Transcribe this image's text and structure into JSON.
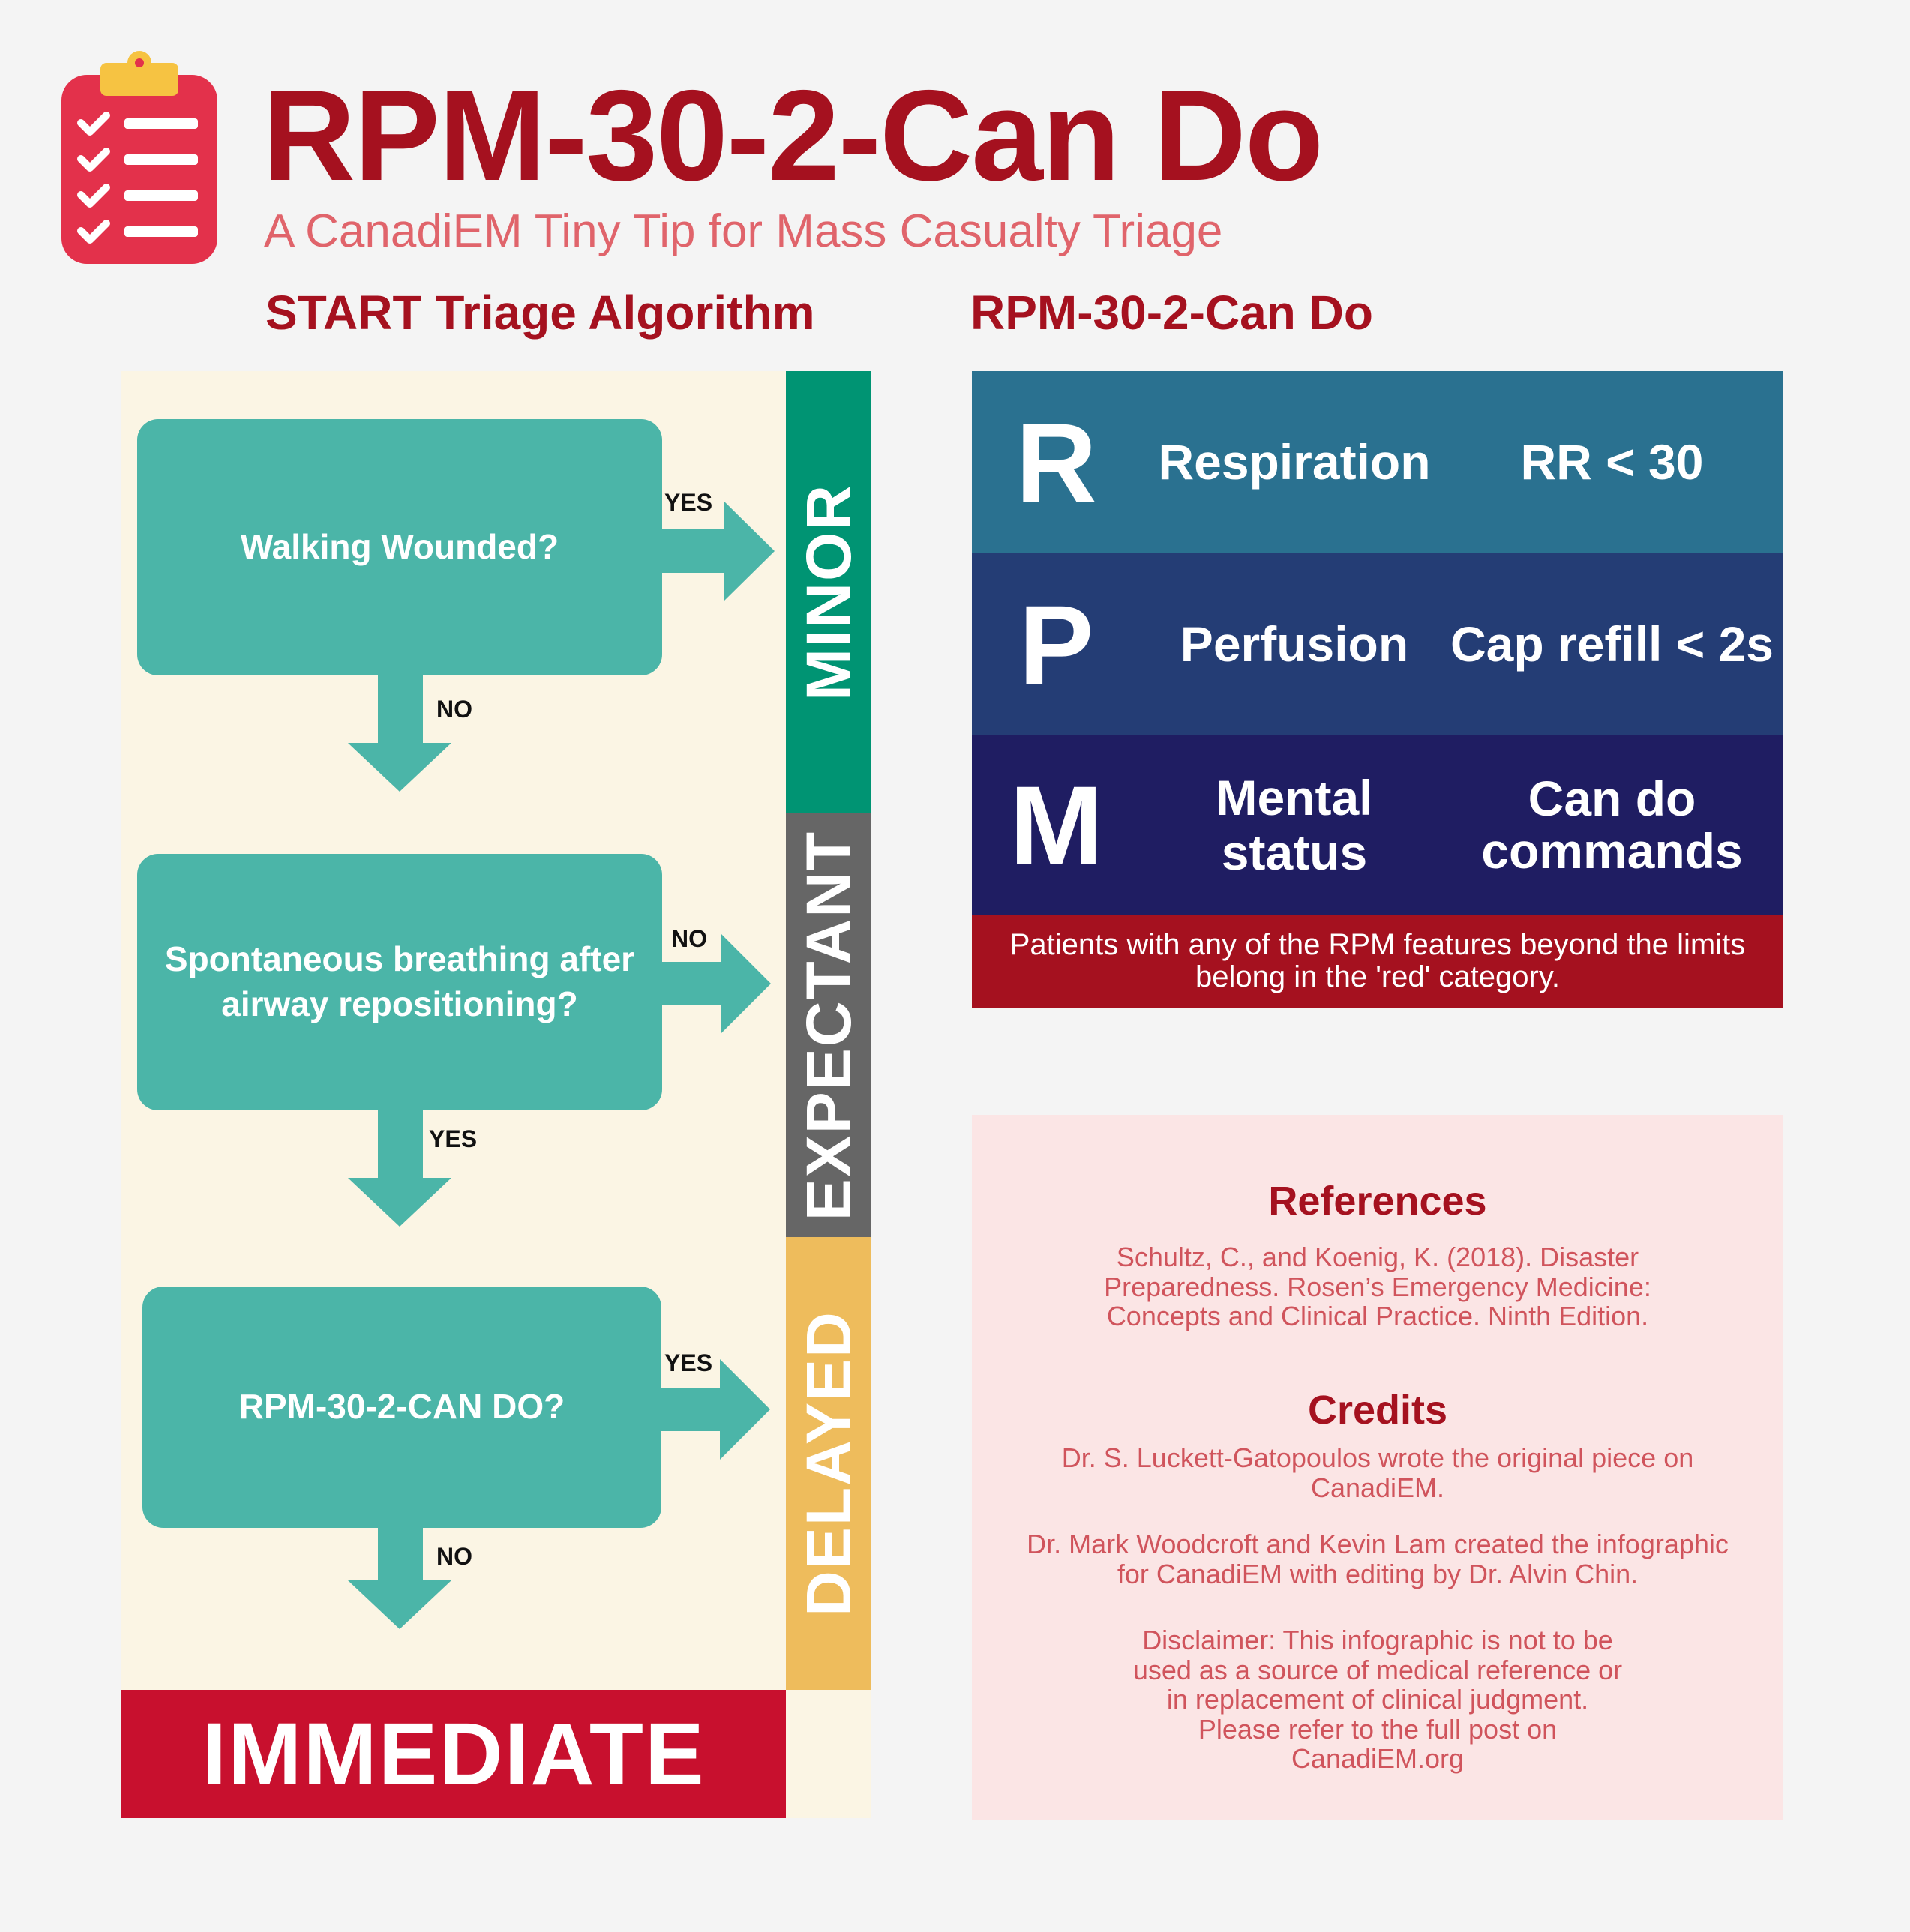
{
  "header": {
    "title": "RPM-30-2-Can Do",
    "subtitle": "A CanadiEM Tiny Tip for Mass Casualty Triage",
    "icon": "clipboard-checklist-icon"
  },
  "left_section": {
    "heading": "START Triage Algorithm",
    "questions": [
      {
        "text": "Walking Wounded?",
        "side_label": "YES",
        "down_label": "NO"
      },
      {
        "text": "Spontaneous breathing after airway repositioning?",
        "side_label": "NO",
        "down_label": "YES"
      },
      {
        "text": "RPM-30-2-CAN DO?",
        "side_label": "YES",
        "down_label": "NO"
      }
    ],
    "categories": [
      {
        "label": "MINOR",
        "color": "#009473"
      },
      {
        "label": "EXPECTANT",
        "color": "#666666"
      },
      {
        "label": "DELAYED",
        "color": "#eebc5c"
      }
    ],
    "final": {
      "label": "IMMEDIATE",
      "color": "#c8102e"
    }
  },
  "right_section": {
    "heading": "RPM-30-2-Can Do",
    "rows": [
      {
        "letter": "R",
        "name": "Respiration",
        "criterion": "RR < 30",
        "color": "#2a7190"
      },
      {
        "letter": "P",
        "name": "Perfusion",
        "criterion": "Cap refill < 2s",
        "color": "#243d75"
      },
      {
        "letter": "M",
        "name": "Mental status",
        "criterion": "Can do commands",
        "color": "#1f1d62"
      }
    ],
    "note": "Patients with any of the RPM features beyond the limits belong in the 'red' category."
  },
  "references": {
    "heading": "References",
    "text": "Schultz, C., and Koenig, K. (2018). Disaster Preparedness. Rosen’s Emergency Medicine: Concepts and Clinical Practice. Ninth Edition.",
    "credits_heading": "Credits",
    "credit_1": "Dr. S. Luckett-Gatopoulos wrote the original piece on CanadiEM.",
    "credit_2": "Dr. Mark Woodcroft and Kevin Lam created the infographic for CanadiEM with editing by Dr. Alvin Chin.",
    "disclaimer": "Disclaimer: This infographic is not to be used as a source of medical reference or in replacement of clinical judgment. Please refer to the full post on CanadiEM.org"
  },
  "colors": {
    "brand_red": "#a5111f",
    "accent_pink": "#e0646b",
    "teal_box": "#4bb5a8",
    "flow_background": "#fbf5e4",
    "reference_background": "#fbe5e5"
  }
}
